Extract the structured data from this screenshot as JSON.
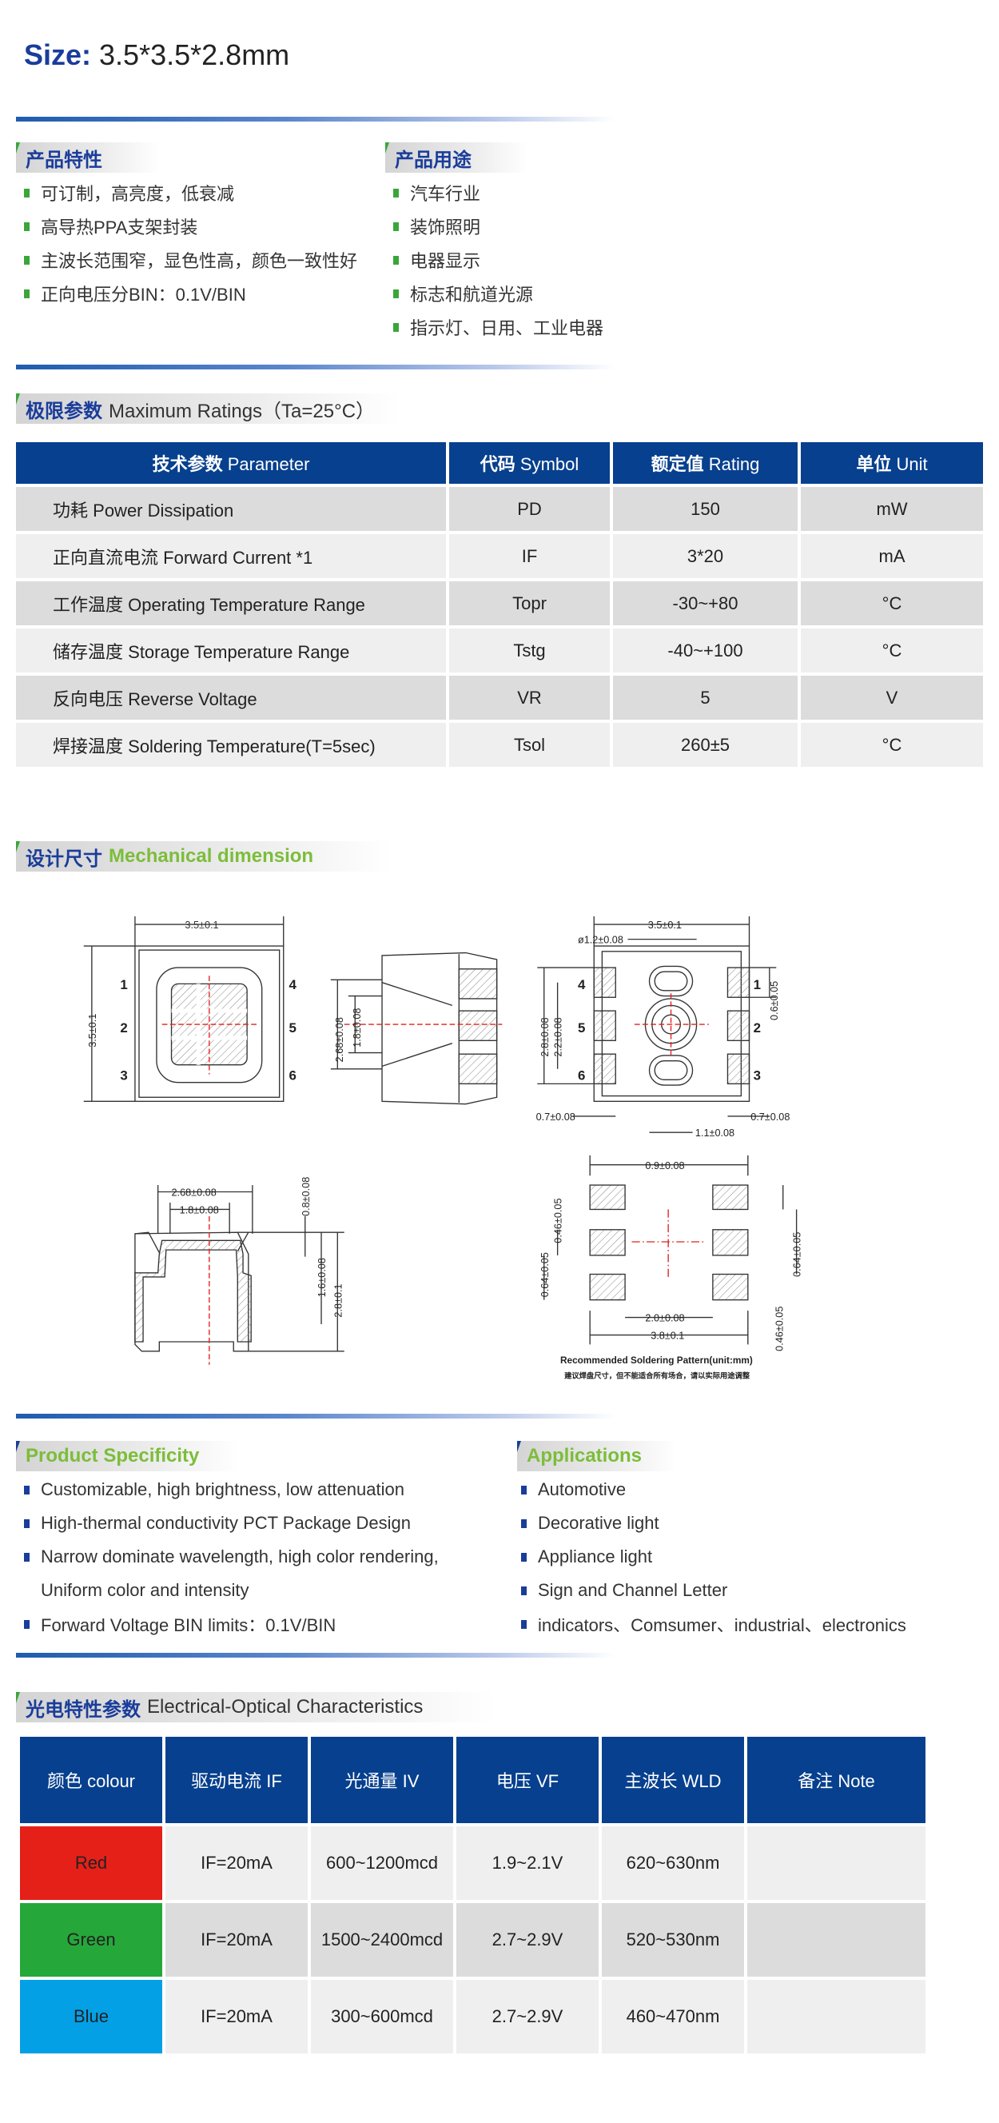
{
  "size": {
    "label": "Size:",
    "value": " 3.5*3.5*2.8mm"
  },
  "features_cn": {
    "title": "产品特性",
    "items": [
      "可订制，高亮度，低衰减",
      "高导热PPA支架封装",
      "主波长范围窄，显色性高，颜色一致性好",
      "正向电压分BIN：0.1V/BIN"
    ]
  },
  "applications_cn": {
    "title": "产品用途",
    "items": [
      "汽车行业",
      "装饰照明",
      "电器显示",
      "标志和航道光源",
      "指示灯、日用、工业电器"
    ]
  },
  "max_ratings": {
    "title_cn": "极限参数",
    "title_en": "Maximum Ratings（Ta=25°C）",
    "headers": [
      {
        "cn": "技术参数",
        "en": "Parameter"
      },
      {
        "cn": "代码",
        "en": "Symbol"
      },
      {
        "cn": "额定值",
        "en": "Rating"
      },
      {
        "cn": "单位",
        "en": "Unit"
      }
    ],
    "rows": [
      {
        "cn": "功耗",
        "en": "Power Dissipation",
        "symbol": "PD",
        "rating": "150",
        "unit": "mW"
      },
      {
        "cn": "正向直流电流",
        "en": "Forward Current *1",
        "symbol": "IF",
        "rating": "3*20",
        "unit": "mA"
      },
      {
        "cn": "工作温度",
        "en": "Operating Temperature Range",
        "symbol": "Topr",
        "rating": "-30~+80",
        "unit": "°C"
      },
      {
        "cn": "储存温度",
        "en": "Storage Temperature Range",
        "symbol": "Tstg",
        "rating": "-40~+100",
        "unit": "°C"
      },
      {
        "cn": "反向电压",
        "en": "Reverse Voltage",
        "symbol": "VR",
        "rating": "5",
        "unit": "V"
      },
      {
        "cn": "焊接温度",
        "en": "Soldering Temperature(T=5sec)",
        "symbol": "Tsol",
        "rating": "260±5",
        "unit": "°C"
      }
    ]
  },
  "mechanical": {
    "title_cn": "设计尺寸",
    "title_en": "Mechanical dimension",
    "top": {
      "w": "3.5±0.1",
      "h": "3.5±0.1",
      "pins": [
        "1",
        "2",
        "3",
        "4",
        "5",
        "6"
      ]
    },
    "side": {
      "a": "2.68±0.08",
      "b": "1.8±0.08"
    },
    "bottom": {
      "w": "3.5±0.1",
      "dia": "ø1.2±0.08",
      "a": "2.8±0.08",
      "b": "2.2±0.08",
      "c": "0.6±0.05",
      "l": "0.7±0.08",
      "r": "0.7±0.08",
      "m": "1.1±0.08"
    },
    "front": {
      "a": "2.68±0.08",
      "b": "1.8±0.08",
      "c": "0.8±0.08",
      "d": "1.6±0.08",
      "e": "2.8±0.1"
    },
    "solder": {
      "top": "0.9±0.08",
      "l1": "0.64±0.05",
      "l2": "0.46±0.05",
      "r1": "0.64±0.05",
      "r2": "0.46±0.05",
      "inner": "2.0±0.08",
      "outer": "3.8±0.1",
      "caption_en": "Recommended Soldering Pattern(unit:mm)",
      "caption_cn": "建议焊盘尺寸，但不能适合所有场合，请以实际用途调整"
    }
  },
  "features_en": {
    "title": "Product Specificity",
    "items": [
      "Customizable, high brightness, low attenuation",
      "High-thermal conductivity PCT Package Design",
      "Narrow dominate wavelength, high color rendering,",
      "Uniform color and intensity",
      "Forward Voltage BIN limits：0.1V/BIN"
    ]
  },
  "applications_en": {
    "title": "Applications",
    "items": [
      "Automotive",
      "Decorative light",
      "Appliance light",
      "Sign and Channel Letter",
      "indicators、Comsumer、industrial、electronics"
    ]
  },
  "eo": {
    "title_cn": "光电特性参数",
    "title_en": "Electrical-Optical Characteristics",
    "headers": [
      "颜色 colour",
      "驱动电流 IF",
      "光通量 IV",
      "电压 VF",
      "主波长 WLD",
      "备注 Note"
    ],
    "rows": [
      {
        "colour": "Red",
        "color_hex": "#e52019",
        "if": "IF=20mA",
        "iv": "600~1200mcd",
        "vf": "1.9~2.1V",
        "wld": "620~630nm",
        "note": ""
      },
      {
        "colour": "Green",
        "color_hex": "#26a73a",
        "if": "IF=20mA",
        "iv": "1500~2400mcd",
        "vf": "2.7~2.9V",
        "wld": "520~530nm",
        "note": ""
      },
      {
        "colour": "Blue",
        "color_hex": "#04a0e6",
        "if": "IF=20mA",
        "iv": "300~600mcd",
        "vf": "2.7~2.9V",
        "wld": "460~470nm",
        "note": ""
      }
    ]
  }
}
